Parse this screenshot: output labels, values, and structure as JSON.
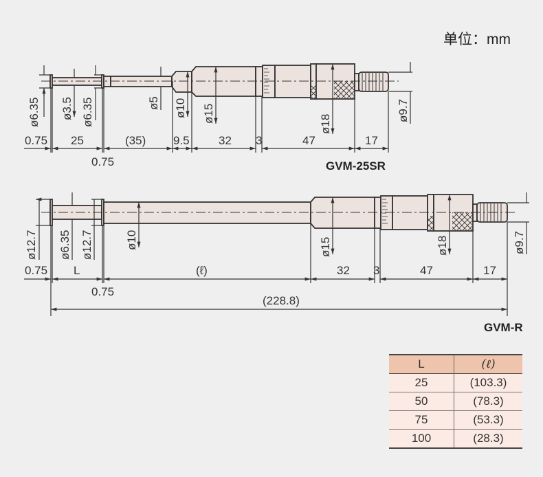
{
  "unit_label": "单位：mm",
  "gvm25sr": {
    "model": "GVM-25SR",
    "diameters": [
      "ø6.35",
      "ø3.5",
      "ø6.35",
      "ø5",
      "ø10",
      "ø15",
      "ø18",
      "ø9.7"
    ],
    "lengths": [
      "0.75",
      "25",
      "(35)",
      "9.5",
      "32",
      "3",
      "47",
      "17"
    ],
    "lower_gap": "0.75"
  },
  "gvmr": {
    "model": "GVM-R",
    "diameters": [
      "ø12.7",
      "ø6.35",
      "ø12.7",
      "ø10",
      "ø15",
      "ø18",
      "ø9.7"
    ],
    "lengths": [
      "0.75",
      "L",
      "(ℓ)",
      "32",
      "3",
      "47",
      "17"
    ],
    "lower_gap": "0.75",
    "total": "(228.8)"
  },
  "table": {
    "headers": [
      "L",
      "(ℓ)"
    ],
    "rows": [
      [
        "25",
        "(103.3)"
      ],
      [
        "50",
        "(78.3)"
      ],
      [
        "75",
        "(53.3)"
      ],
      [
        "100",
        "(28.3)"
      ]
    ]
  }
}
